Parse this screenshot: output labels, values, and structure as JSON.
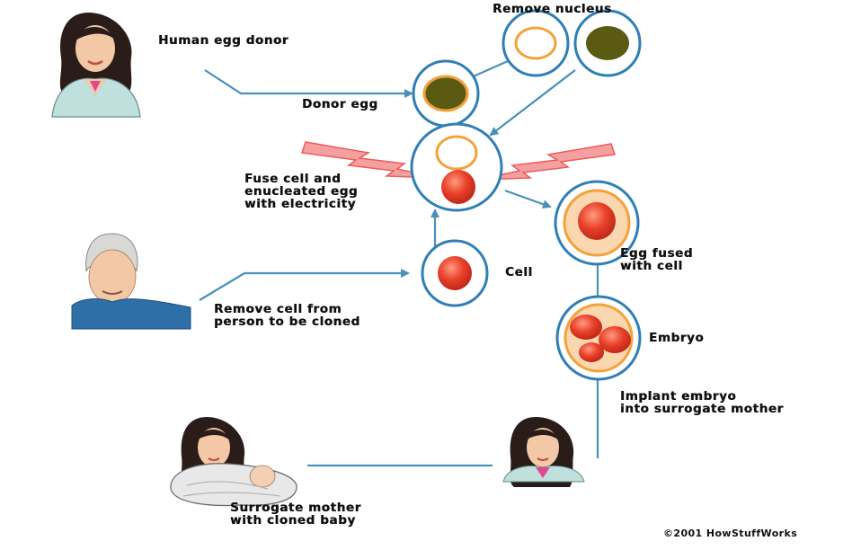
{
  "labels": {
    "remove_nucleus": "Remove nucleus",
    "human_egg_donor": "Human egg donor",
    "donor_egg": "Donor egg",
    "fuse": [
      "Fuse cell and",
      "enucleated egg",
      "with electricity"
    ],
    "egg_fused": [
      "Egg fused",
      "with cell"
    ],
    "cell": "Cell",
    "remove_cell": [
      "Remove cell from",
      "person to be cloned"
    ],
    "embryo": "Embryo",
    "implant": [
      "Implant embryo",
      "into surrogate mother"
    ],
    "surrogate": [
      "Surrogate mother",
      "with cloned baby"
    ],
    "copyright": "©2001 HowStuffWorks"
  },
  "colors": {
    "arrow": "#4a90b8",
    "cell_ring": "#2f7fb5",
    "egg_orange": "#f3a23a",
    "nucleus_olive": "#5a5a12",
    "red_cell": "#e8402a",
    "spark": "#f07878",
    "shirt_blue": "#2f6fa8",
    "jacket_teal": "#bfe0dc"
  }
}
